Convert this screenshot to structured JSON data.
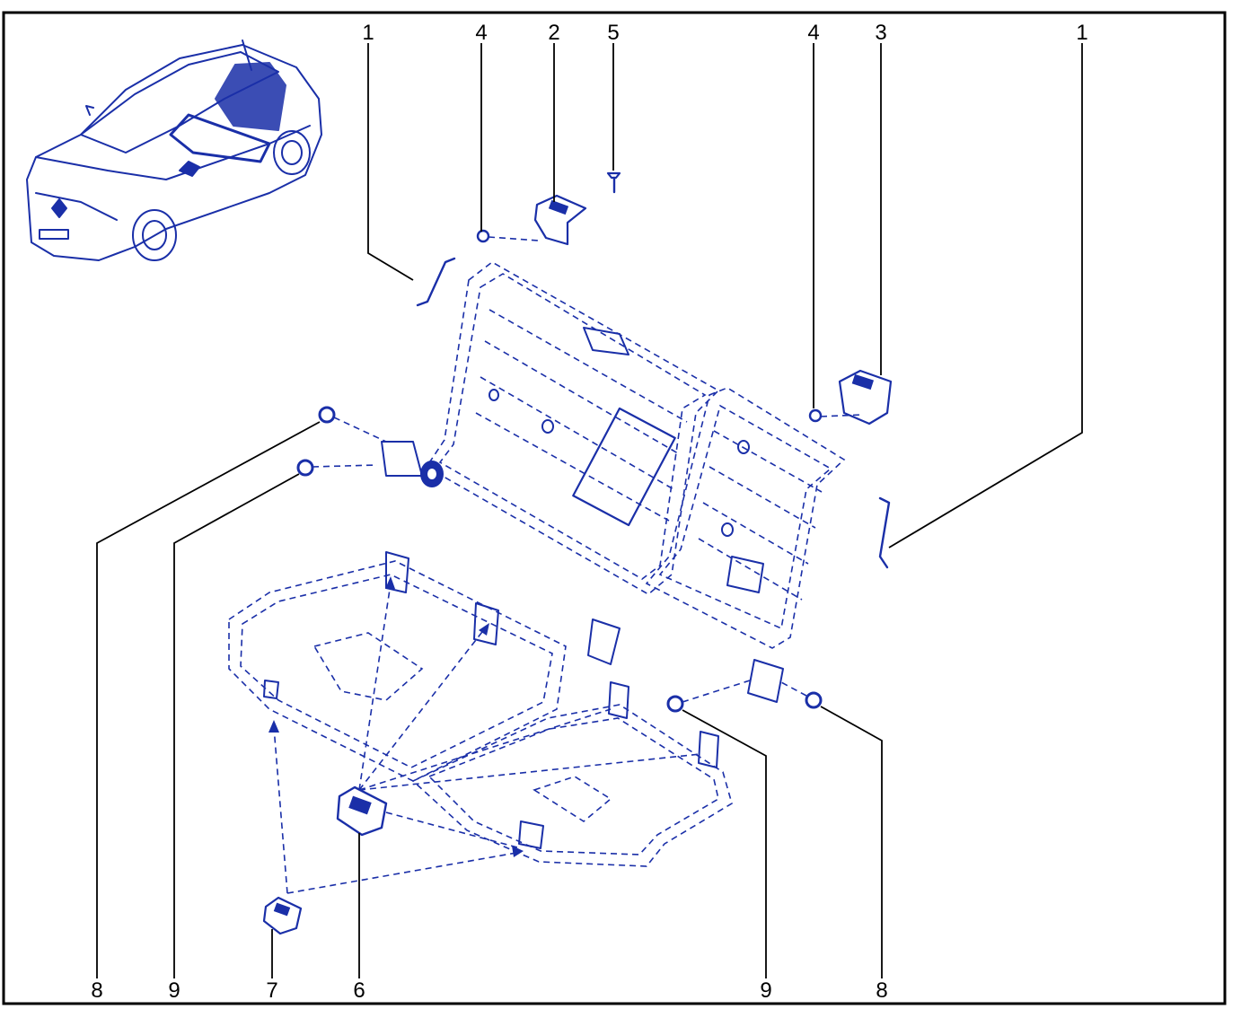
{
  "diagram": {
    "colors": {
      "frame": "#000000",
      "parts": "#1a2fa8",
      "background": "#ffffff"
    },
    "labels": {
      "l1a": "1",
      "l4a": "4",
      "l2": "2",
      "l5": "5",
      "l4b": "4",
      "l3": "3",
      "l1b": "1",
      "l8a": "8",
      "l9a": "9",
      "l7": "7",
      "l6": "6",
      "l9b": "9",
      "l8b": "8"
    }
  }
}
